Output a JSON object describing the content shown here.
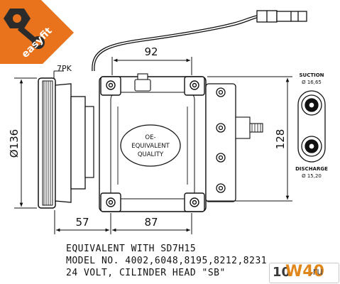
{
  "brand": {
    "logo_text": "easyfit",
    "logo_color": "#e8731c",
    "icon": "wrench-bolt-icon"
  },
  "labels": {
    "belt": "7PK",
    "suction_title": "SUCTION",
    "suction_size": "Ø 16,65",
    "discharge_title": "DISCHARGE",
    "discharge_size": "Ø 15,20",
    "oe_line1": "OE-",
    "oe_line2": "EQUIVALENT",
    "oe_line3": "QUALITY"
  },
  "dimensions": {
    "top_width": "92",
    "pulley_diameter": "Ø136",
    "height": "128",
    "bottom_left": "57",
    "bottom_right": "87"
  },
  "caption": {
    "line1": "EQUIVALENT WITH SD7H15",
    "line2": "MODEL NO. 4002,6048,8195,8212,8231",
    "line3": "24 VOLT, CILINDER HEAD \"SB\""
  },
  "watermark": {
    "part1": "10",
    "part2": "W40",
    "part3": ".ru",
    "accent": "#e0861a"
  }
}
